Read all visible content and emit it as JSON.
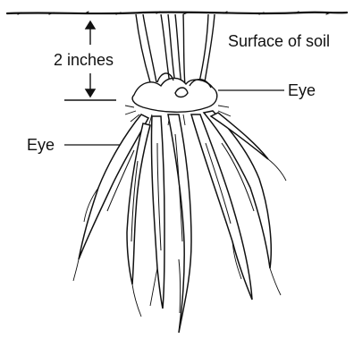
{
  "labels": {
    "surface": "Surface of soil",
    "depth": "2 inches",
    "eye_right": "Eye",
    "eye_left": "Eye"
  },
  "colors": {
    "ink": "#111111",
    "background": "#ffffff"
  }
}
